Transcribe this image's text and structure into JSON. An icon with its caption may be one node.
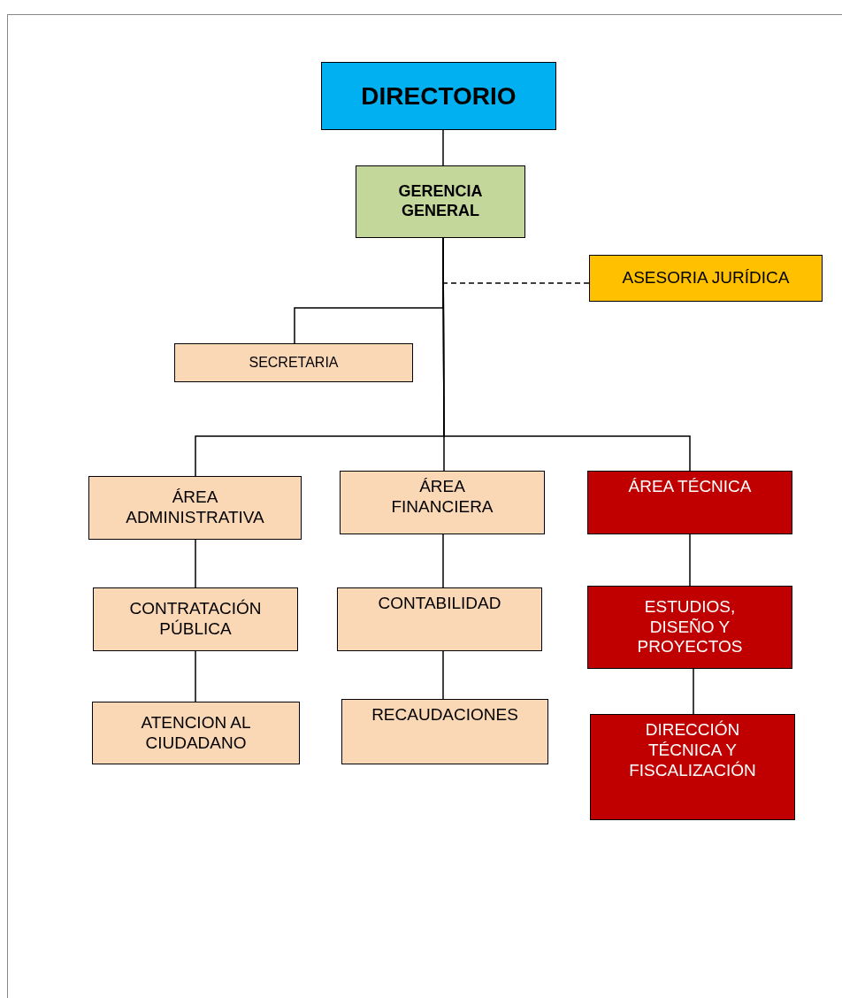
{
  "diagram": {
    "nodes": [
      {
        "text": [
          "DIRECTORIO"
        ]
      },
      {
        "text": [
          "GERENCIA GENERAL"
        ]
      },
      {
        "text": [
          "ASESORIA JURÍDICA"
        ]
      },
      {
        "text": [
          "SECRETARIA"
        ]
      },
      {
        "text": [
          "ÁREA ADMINISTRATIVA"
        ]
      },
      {
        "text": [
          "ÁREA FINANCIERA"
        ]
      },
      {
        "text": [
          "ÁREA TÉCNICA"
        ]
      },
      {
        "text": [
          "CONTRATACIÓN PÚBLICA"
        ]
      },
      {
        "text": [
          "CONTABILIDAD"
        ]
      },
      {
        "text": [
          "ESTUDIOS, DISEÑO Y PROYECTOS"
        ]
      },
      {
        "text": [
          "ATENCION AL CIUDADANO"
        ]
      },
      {
        "text": [
          "RECAUDACIONES"
        ]
      },
      {
        "text": [
          "DIRECCIÓN TÉCNICA Y FISCALIZACIÓN"
        ]
      }
    ],
    "edges": [
      {
        "from": 0,
        "to": 1,
        "arrow": "none"
      },
      {
        "from": 1,
        "to": 2,
        "arrow": "none",
        "style": "dashed"
      },
      {
        "from": 1,
        "to": 3,
        "arrow": "none"
      },
      {
        "from": 1,
        "to": 4,
        "arrow": "none"
      },
      {
        "from": 1,
        "to": 5,
        "arrow": "none"
      },
      {
        "from": 1,
        "to": 6,
        "arrow": "none"
      },
      {
        "from": 4,
        "to": 7,
        "arrow": "none"
      },
      {
        "from": 7,
        "to": 10,
        "arrow": "none"
      },
      {
        "from": 5,
        "to": 8,
        "arrow": "none"
      },
      {
        "from": 8,
        "to": 11,
        "arrow": "none"
      },
      {
        "from": 6,
        "to": 9,
        "arrow": "none"
      },
      {
        "from": 9,
        "to": 12,
        "arrow": "none"
      }
    ]
  }
}
